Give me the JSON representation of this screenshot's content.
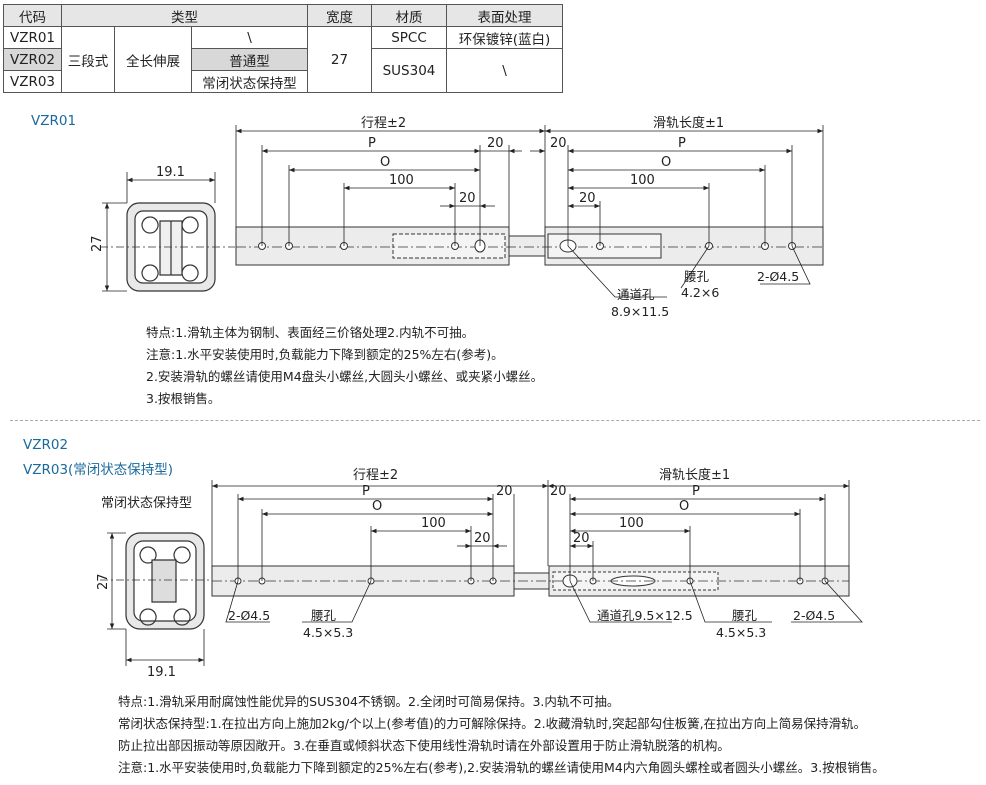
{
  "table": {
    "headers": [
      "代码",
      "类型",
      "宽度",
      "材质",
      "表面处理"
    ],
    "rows": [
      {
        "code": "VZR01",
        "type_special": "\\",
        "material": "SPCC",
        "finish": "环保镀锌(蓝白)"
      },
      {
        "code": "VZR02",
        "type_special": "普通型"
      },
      {
        "code": "VZR03",
        "type_special": "常闭状态保持型",
        "finish": "\\"
      }
    ],
    "type_stage": "三段式",
    "type_extension": "全长伸展",
    "width": "27",
    "material_sus": "SUS304"
  },
  "section1": {
    "label": "VZR01",
    "dims": {
      "stroke": "行程±2",
      "rail_length": "滑轨长度±1",
      "P": "P",
      "O": "O",
      "d100": "100",
      "d20": "20",
      "w191": "19.1",
      "h27": "27"
    },
    "callouts": {
      "through_hole_label": "通道孔",
      "through_hole_size": "8.9×11.5",
      "slot_label": "腰孔",
      "slot_size": "4.2×6",
      "holes": "2-Ø4.5"
    },
    "notes": [
      "特点:1.滑轨主体为钢制、表面经三价铬处理2.内轨不可抽。",
      "注意:1.水平安装使用时,负载能力下降到额定的25%左右(参考)。",
      "2.安装滑轨的螺丝请使用M4盘头小螺丝,大圆头小螺丝、或夹紧小螺丝。",
      "3.按根销售。"
    ]
  },
  "section2": {
    "label1": "VZR02",
    "label2": "VZR03(常闭状态保持型)",
    "side_label": "常闭状态保持型",
    "dims": {
      "stroke": "行程±2",
      "rail_length": "滑轨长度±1",
      "P": "P",
      "O": "O",
      "d100": "100",
      "d20": "20",
      "w191": "19.1",
      "h27": "27"
    },
    "callouts": {
      "holes_left": "2-Ø4.5",
      "slot_label_left": "腰孔",
      "slot_size_left": "4.5×5.3",
      "through_hole": "通道孔9.5×12.5",
      "slot_label_right": "腰孔",
      "slot_size_right": "4.5×5.3",
      "holes_right": "2-Ø4.5"
    },
    "notes": [
      "特点:1.滑轨采用耐腐蚀性能优异的SUS304不锈钢。2.全闭时可简易保持。3.内轨不可抽。",
      "常闭状态保持型:1.在拉出方向上施加2kg/个以上(参考值)的力可解除保持。2.收藏滑轨时,突起部勾住板簧,在拉出方向上简易保持滑轨。",
      "防止拉出部因振动等原因敞开。3.在垂直或倾斜状态下使用线性滑轨时请在外部设置用于防止滑轨脱落的机构。",
      "注意:1.水平安装使用时,负载能力下降到额定的25%左右(参考),2.安装滑轨的螺丝请使用M4内六角圆头螺栓或者圆头小螺丝。3.按根销售。"
    ]
  }
}
